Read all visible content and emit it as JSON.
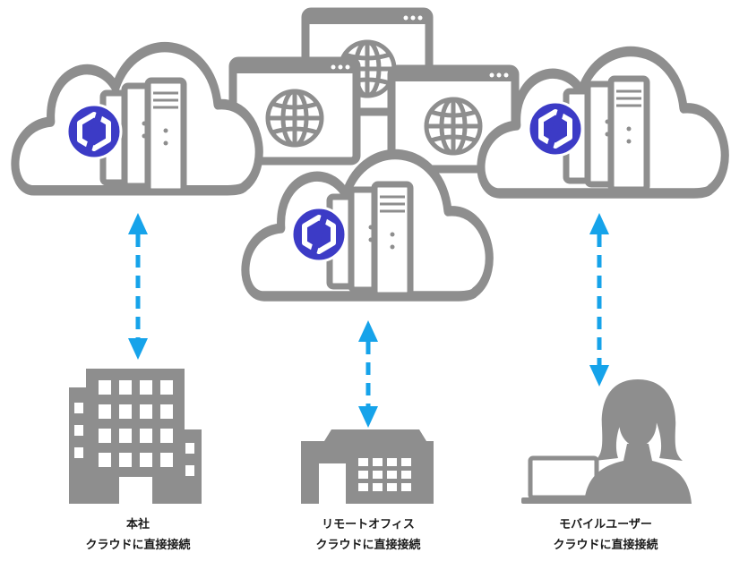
{
  "colors": {
    "outline_gray": "#8e8e8e",
    "connection_blue": "#16a3ea",
    "badge_indigo": "#3c3bc6"
  },
  "icons": {
    "cloud": "cloud-icon",
    "server": "server-rack-icon",
    "browser": "browser-window-globe-icon",
    "badge": "hexagon-logo-badge-icon",
    "headquarters": "office-building-icon",
    "remote_office": "branch-office-icon",
    "mobile_user": "person-with-laptop-icon"
  },
  "sites": [
    {
      "title": "本社",
      "subtitle": "クラウドに直接接続"
    },
    {
      "title": "リモートオフィス",
      "subtitle": "クラウドに直接接続"
    },
    {
      "title": "モバイルユーザー",
      "subtitle": "クラウドに直接接続"
    }
  ]
}
